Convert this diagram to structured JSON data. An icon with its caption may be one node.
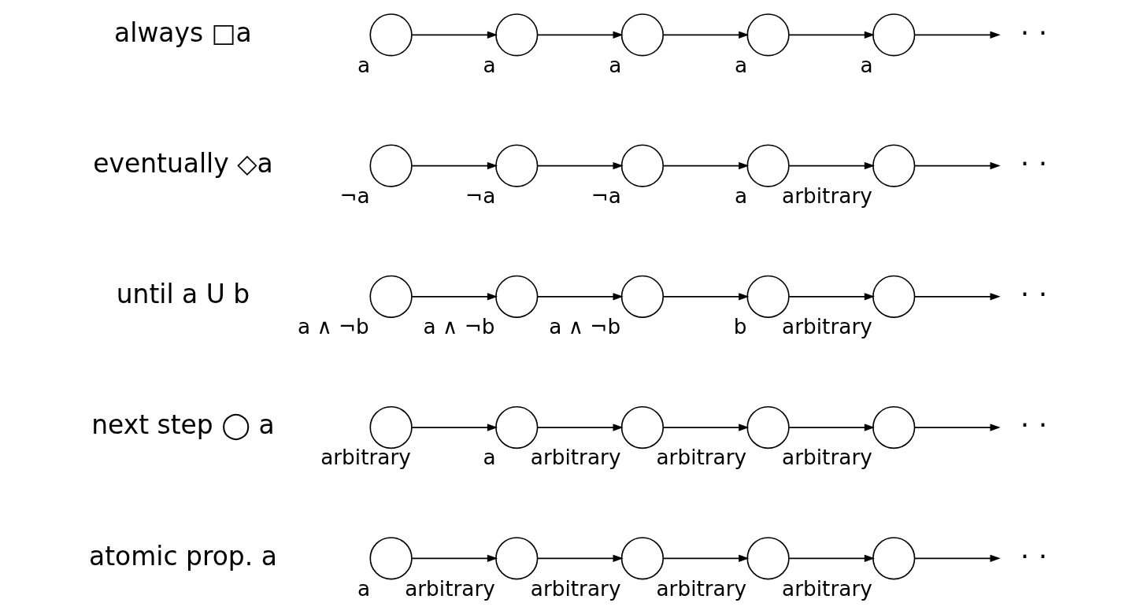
{
  "diagram": {
    "nodes": [
      {
        "text": [],
        "shape": "circle",
        "beside": [
          "a"
        ]
      },
      {
        "text": [],
        "shape": "circle",
        "beside": [
          "arbitrary"
        ]
      },
      {
        "text": [],
        "shape": "circle",
        "beside": [
          "arbitrary"
        ]
      },
      {
        "text": [],
        "shape": "circle",
        "beside": [
          "arbitrary"
        ]
      },
      {
        "text": [],
        "shape": "circle",
        "beside": [
          "arbitrary"
        ]
      },
      {
        "text": [
          "· ·"
        ]
      },
      {
        "text": [],
        "shape": "circle",
        "beside": [
          "arbitrary"
        ]
      },
      {
        "text": [],
        "shape": "circle",
        "beside": [
          "a"
        ]
      },
      {
        "text": [],
        "shape": "circle",
        "beside": [
          "arbitrary"
        ]
      },
      {
        "text": [],
        "shape": "circle",
        "beside": [
          "arbitrary"
        ]
      },
      {
        "text": [],
        "shape": "circle",
        "beside": [
          "arbitrary"
        ]
      },
      {
        "text": [
          "· ·"
        ]
      },
      {
        "text": [],
        "shape": "circle",
        "beside": [
          "a ∧ ¬b"
        ]
      },
      {
        "text": [],
        "shape": "circle",
        "beside": [
          "a ∧ ¬b"
        ]
      },
      {
        "text": [],
        "shape": "circle",
        "beside": [
          "a ∧ ¬b"
        ]
      },
      {
        "text": [],
        "shape": "circle",
        "beside": [
          "b"
        ]
      },
      {
        "text": [],
        "shape": "circle",
        "beside": [
          "arbitrary"
        ]
      },
      {
        "text": [
          "· ·"
        ]
      },
      {
        "text": [],
        "shape": "circle",
        "beside": [
          "¬a"
        ]
      },
      {
        "text": [],
        "shape": "circle",
        "beside": [
          "¬a"
        ]
      },
      {
        "text": [],
        "shape": "circle",
        "beside": [
          "¬a"
        ]
      },
      {
        "text": [],
        "shape": "circle",
        "beside": [
          "a"
        ]
      },
      {
        "text": [],
        "shape": "circle",
        "beside": [
          "arbitrary"
        ]
      },
      {
        "text": [
          "· ·"
        ]
      },
      {
        "text": [],
        "shape": "circle",
        "beside": [
          "a"
        ]
      },
      {
        "text": [],
        "shape": "circle",
        "beside": [
          "a"
        ]
      },
      {
        "text": [],
        "shape": "circle",
        "beside": [
          "a"
        ]
      },
      {
        "text": [],
        "shape": "circle",
        "beside": [
          "a"
        ]
      },
      {
        "text": [],
        "shape": "circle",
        "beside": [
          "a"
        ]
      },
      {
        "text": [
          "· ·"
        ]
      }
    ],
    "edges": [
      {
        "from": 0,
        "to": 1,
        "arrow": "to"
      },
      {
        "from": 1,
        "to": 2,
        "arrow": "to"
      },
      {
        "from": 2,
        "to": 3,
        "arrow": "to"
      },
      {
        "from": 3,
        "to": 4,
        "arrow": "to"
      },
      {
        "from": 4,
        "to": 5,
        "arrow": "to"
      },
      {
        "from": 6,
        "to": 7,
        "arrow": "to"
      },
      {
        "from": 7,
        "to": 8,
        "arrow": "to"
      },
      {
        "from": 8,
        "to": 9,
        "arrow": "to"
      },
      {
        "from": 9,
        "to": 10,
        "arrow": "to"
      },
      {
        "from": 10,
        "to": 11,
        "arrow": "to"
      },
      {
        "from": 12,
        "to": 13,
        "arrow": "to"
      },
      {
        "from": 13,
        "to": 14,
        "arrow": "to"
      },
      {
        "from": 14,
        "to": 15,
        "arrow": "to"
      },
      {
        "from": 15,
        "to": 16,
        "arrow": "to"
      },
      {
        "from": 16,
        "to": 17,
        "arrow": "to"
      },
      {
        "from": 18,
        "to": 19,
        "arrow": "to"
      },
      {
        "from": 19,
        "to": 20,
        "arrow": "to"
      },
      {
        "from": 20,
        "to": 21,
        "arrow": "to"
      },
      {
        "from": 21,
        "to": 22,
        "arrow": "to"
      },
      {
        "from": 22,
        "to": 23,
        "arrow": "to"
      },
      {
        "from": 24,
        "to": 25,
        "arrow": "to"
      },
      {
        "from": 25,
        "to": 26,
        "arrow": "to"
      },
      {
        "from": 26,
        "to": 27,
        "arrow": "to"
      },
      {
        "from": 27,
        "to": 28,
        "arrow": "to"
      },
      {
        "from": 28,
        "to": 29,
        "arrow": "to"
      }
    ],
    "labels": [
      "atomic prop. a",
      "next step ◯ a",
      "until a U b",
      "eventually ◇a",
      "always □a"
    ]
  }
}
